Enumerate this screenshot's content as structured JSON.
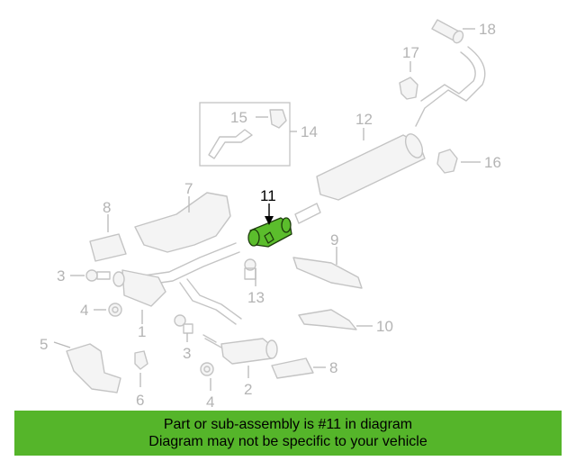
{
  "diagram": {
    "highlight_color": "#55b52a",
    "callouts": [
      "1",
      "2",
      "3",
      "3",
      "4",
      "4",
      "5",
      "6",
      "7",
      "8",
      "8",
      "9",
      "10",
      "11",
      "12",
      "13",
      "14",
      "15",
      "16",
      "17",
      "18"
    ]
  },
  "banner": {
    "line1": "Part or sub-assembly is #11 in diagram",
    "line2": "Diagram may not be specific to your vehicle"
  }
}
